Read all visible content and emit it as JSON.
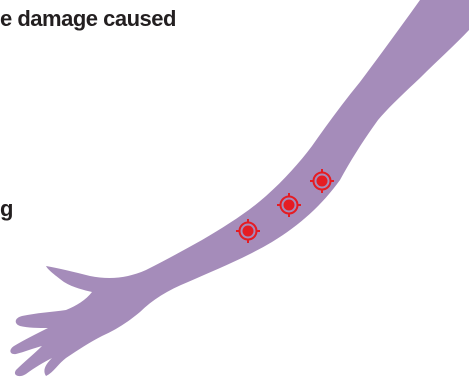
{
  "text": {
    "line_top": "e damage caused",
    "line_mid": "g"
  },
  "illustration": {
    "subject": "arm-silhouette",
    "skin_color": "#a58cba",
    "marker_color": "#e51c23",
    "marker_icon": "target-reticle-icon",
    "marker_count": 3
  }
}
